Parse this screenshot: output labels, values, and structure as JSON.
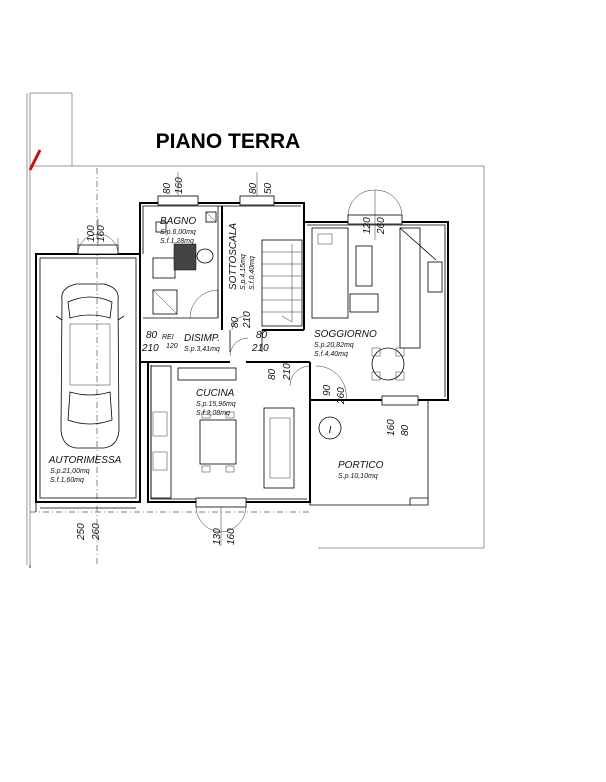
{
  "title": "PIANO TERRA",
  "rooms": {
    "bagno": {
      "name": "BAGNO",
      "sp": "S.p.6,00mq",
      "sf": "S.f.1,28mq"
    },
    "sottoscala": {
      "name": "SOTTOSCALA",
      "sp": "S.p.4,15mq",
      "sf": "S.f.0,40mq"
    },
    "disimp": {
      "name": "DISIMP.",
      "sp": "S.p.3,41mq"
    },
    "soggiorno": {
      "name": "SOGGIORNO",
      "sp": "S.p.20,82mq",
      "sf": "S.f.4,40mq"
    },
    "cucina": {
      "name": "CUCINA",
      "sp": "S.p.15,96mq",
      "sf": "S.f.2,08mq"
    },
    "autorimessa": {
      "name": "AUTORIMESSA",
      "sp": "S.p.21,00mq",
      "sf": "S.f.1,60mq"
    },
    "portico": {
      "name": "PORTICO",
      "sp": "S.p.10,10mq"
    }
  },
  "dimensions": {
    "bagno_win_w": "80",
    "bagno_win_h": "160",
    "sotto_win_w": "80",
    "sotto_win_h": "50",
    "sogg_win_w": "120",
    "sogg_win_h": "260",
    "auto_win_w": "100",
    "auto_win_h": "160",
    "rei_w": "80",
    "rei_label": "REI",
    "rei_h": "210",
    "rei_class": "120",
    "disimp_door_w": "80",
    "disimp_door_h": "210",
    "sotto_door_w": "80",
    "sotto_door_h": "210",
    "cucina_door_w": "80",
    "cucina_door_h": "210",
    "entry_w": "90",
    "entry_h": "260",
    "portico_win_w": "160",
    "portico_win_h": "80",
    "garage_door_w": "250",
    "garage_door_h": "260",
    "cucina_win_w": "130",
    "cucina_win_h": "160"
  },
  "symbols": {
    "section_mark": "I"
  },
  "colors": {
    "line": "#000000",
    "accent_red": "#cc1111"
  }
}
